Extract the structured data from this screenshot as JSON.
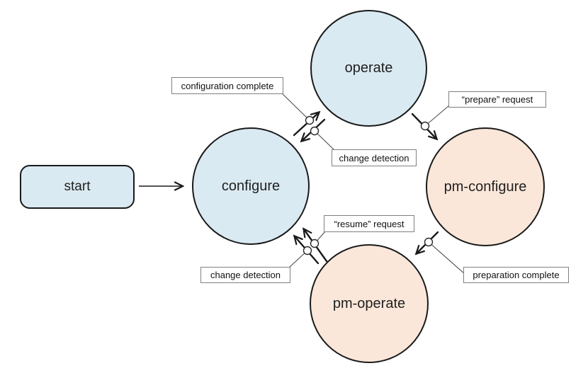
{
  "colors": {
    "normal_state_fill": "#daeaf2",
    "pm_state_fill": "#fbe7d9",
    "state_border": "#1a1a1a",
    "label_box_border": "#808080",
    "connector": "#1a1a1a"
  },
  "states": {
    "start": {
      "label": "start",
      "shape": "rounded-rectangle"
    },
    "operate": {
      "label": "operate",
      "shape": "circle"
    },
    "configure": {
      "label": "configure",
      "shape": "circle"
    },
    "pm_configure": {
      "label": "pm-configure",
      "shape": "circle"
    },
    "pm_operate": {
      "label": "pm-operate",
      "shape": "circle"
    }
  },
  "transitions": {
    "start_to_configure": {
      "from": "start",
      "to": "configure",
      "label": ""
    },
    "configuration_complete": {
      "from": "configure",
      "to": "operate",
      "label": "configuration complete"
    },
    "change_detection_top": {
      "from": "operate",
      "to": "configure",
      "label": "change detection"
    },
    "prepare_request": {
      "from": "operate",
      "to": "pm-configure",
      "label": "“prepare” request"
    },
    "preparation_complete": {
      "from": "pm-configure",
      "to": "pm-operate",
      "label": "preparation complete"
    },
    "resume_request": {
      "from": "pm-operate",
      "to": "configure",
      "label": "“resume” request"
    },
    "change_detection_bottom": {
      "from": "pm-operate",
      "to": "configure",
      "label": "change detection"
    }
  }
}
